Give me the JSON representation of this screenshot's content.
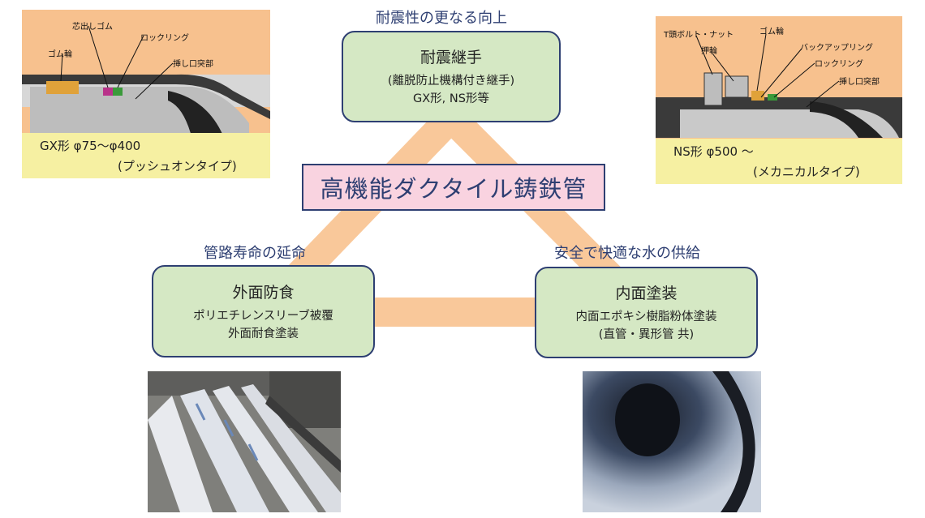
{
  "center_title": "高機能ダクタイル鋳鉄管",
  "top": {
    "heading": "耐震性の更なる向上",
    "title": "耐震継手",
    "line1": "(離脱防止機構付き継手)",
    "line2": "GX形, NS形等"
  },
  "left": {
    "heading": "管路寿命の延命",
    "title": "外面防食",
    "line1": "ポリエチレンスリーブ被覆",
    "line2": "外面耐食塗装"
  },
  "right": {
    "heading": "安全で快適な水の供給",
    "title": "内面塗装",
    "line1": "内面エポキシ樹脂粉体塗装",
    "line2": "(直管・異形管 共)"
  },
  "gx": {
    "caption1": "GX形 φ75～φ400",
    "caption2": "(プッシュオンタイプ)",
    "labels": [
      "芯出しゴム",
      "ロックリング",
      "ゴム輪",
      "挿し口突部"
    ]
  },
  "ns": {
    "caption1": "NS形 φ500 ～",
    "caption2": "(メカニカルタイプ)",
    "labels": [
      "T頭ボルト・ナット",
      "ゴム輪",
      "押輪",
      "バックアップリング",
      "ロックリング",
      "挿し口突部"
    ]
  },
  "colors": {
    "node_fill": "#d5e8c4",
    "border": "#2e3f72",
    "center_fill": "#f9d3e0",
    "connector": "#f9c89a",
    "caption_band": "#f6f0a2",
    "card_bg": "#f7c18e"
  }
}
